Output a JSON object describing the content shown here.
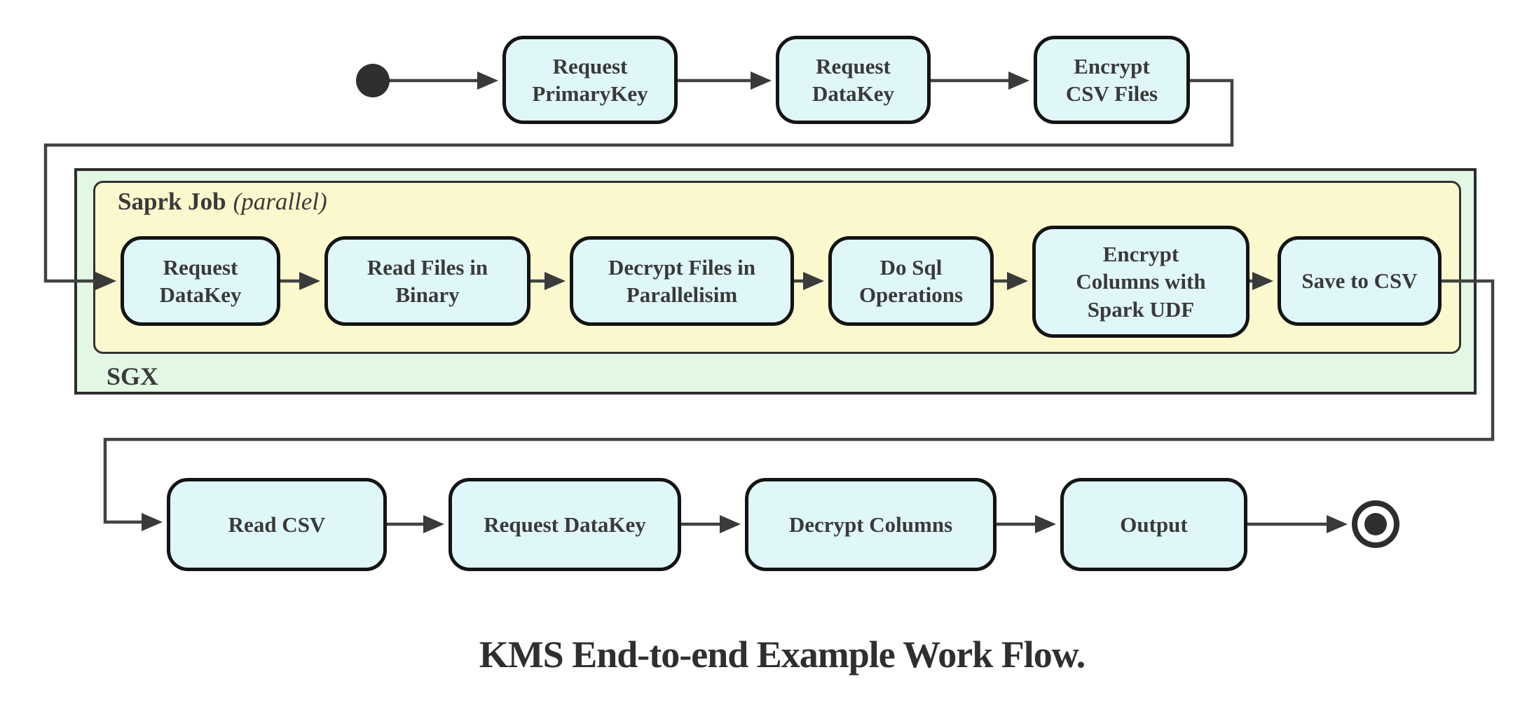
{
  "diagram": {
    "caption": "KMS End-to-end Example Work Flow.",
    "colors": {
      "node_fill": "#e0f7fa",
      "node_border": "#141414",
      "spark_container_fill": "#fcf8cd",
      "sgx_container_fill": "#e2f8e4",
      "edge": "#424242",
      "text": "#3a3a3a"
    },
    "containers": {
      "spark_job": {
        "title": "Saprk Job",
        "note": "(parallel)"
      },
      "sgx": {
        "title": "SGX"
      }
    },
    "nodes": {
      "top": [
        {
          "label": "Request\nPrimaryKey"
        },
        {
          "label": "Request\nDataKey"
        },
        {
          "label": "Encrypt\nCSV Files"
        }
      ],
      "spark": [
        {
          "label": "Request\nDataKey"
        },
        {
          "label": "Read Files in\nBinary"
        },
        {
          "label": "Decrypt Files in\nParallelisim"
        },
        {
          "label": "Do Sql\nOperations"
        },
        {
          "label": "Encrypt\nColumns with\nSpark UDF"
        },
        {
          "label": "Save to CSV"
        }
      ],
      "bottom": [
        {
          "label": "Read CSV"
        },
        {
          "label": "Request DataKey"
        },
        {
          "label": "Decrypt Columns"
        },
        {
          "label": "Output"
        }
      ]
    }
  }
}
